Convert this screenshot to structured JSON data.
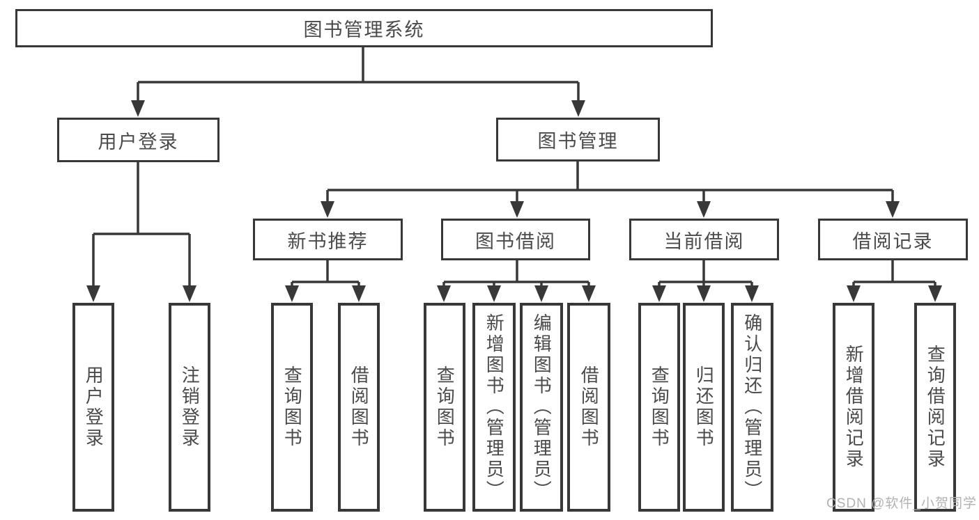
{
  "colors": {
    "line": "#383838",
    "border": "#383838",
    "text": "#4a4a4a",
    "background": "#ffffff",
    "watermark": "#b2b2b2"
  },
  "watermark": {
    "text": "CSDN @软件_小贺同学"
  },
  "diagram": {
    "type": "hierarchy-tree",
    "root": {
      "label": "图书管理系统"
    },
    "branches": [
      {
        "label": "用户登录",
        "children": [
          {
            "label": "用户登录"
          },
          {
            "label": "注销登录"
          }
        ]
      },
      {
        "label": "图书管理",
        "children": [
          {
            "label": "新书推荐",
            "children": [
              {
                "label": "查询图书"
              },
              {
                "label": "借阅图书"
              }
            ]
          },
          {
            "label": "图书借阅",
            "children": [
              {
                "label": "查询图书"
              },
              {
                "label": "新增图书（管理员）"
              },
              {
                "label": "编辑图书（管理员）"
              },
              {
                "label": "借阅图书"
              }
            ]
          },
          {
            "label": "当前借阅",
            "children": [
              {
                "label": "查询图书"
              },
              {
                "label": "归还图书"
              },
              {
                "label": "确认归还（管理员）"
              }
            ]
          },
          {
            "label": "借阅记录",
            "children": [
              {
                "label": "新增借阅记录"
              },
              {
                "label": "查询借阅记录"
              }
            ]
          }
        ]
      }
    ]
  }
}
